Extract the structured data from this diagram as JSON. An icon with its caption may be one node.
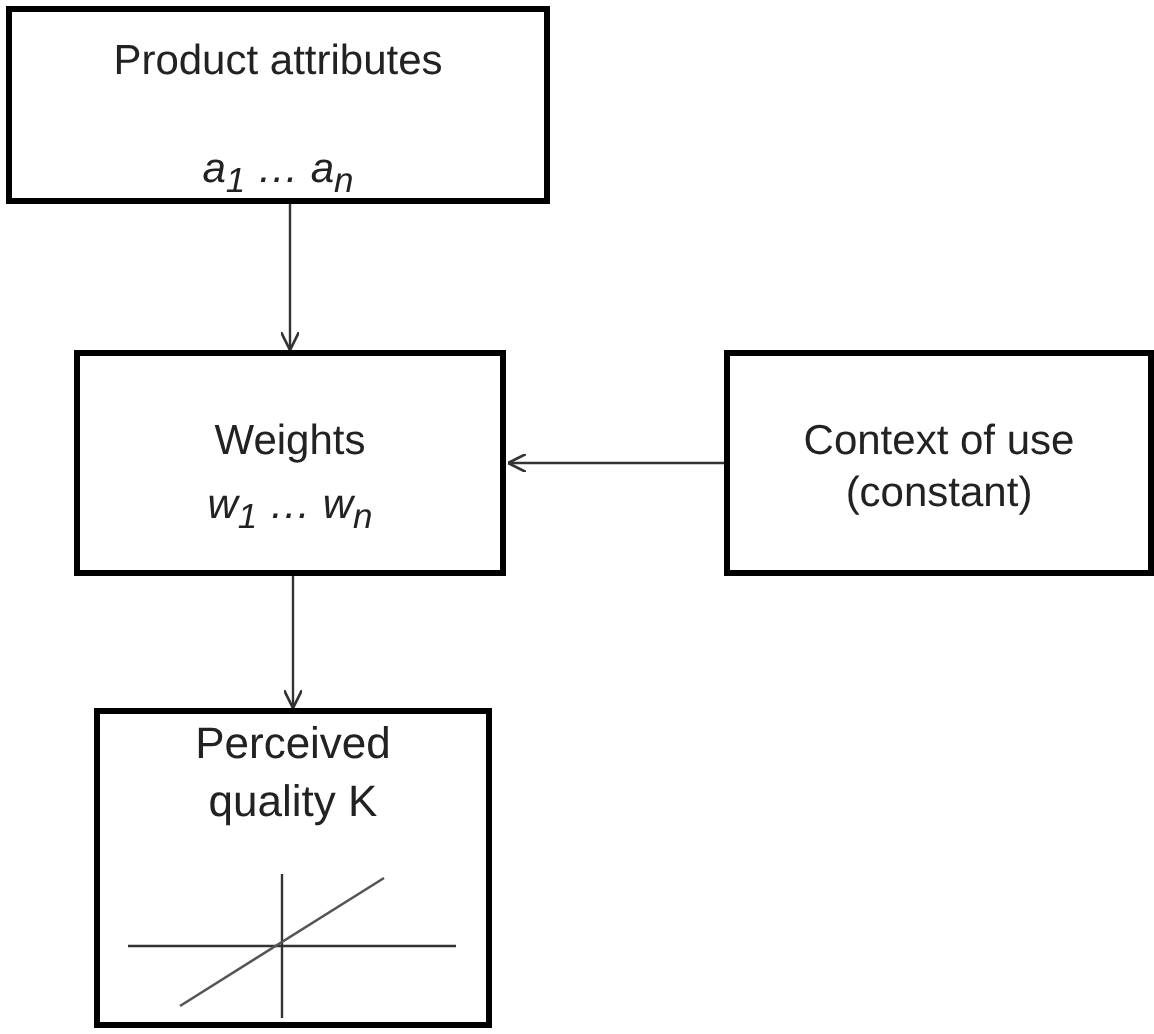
{
  "diagram": {
    "nodes": [
      {
        "text": [
          "Product attributes",
          "a$_{1}$ … a$_{n}$"
        ]
      },
      {
        "text": [
          "Weights",
          "w$_{1}$ … w$_{n}$"
        ]
      },
      {
        "text": [
          "Context of use (constant)"
        ]
      },
      {
        "text": [
          "Perceived quality K"
        ]
      }
    ],
    "edges": [
      {
        "from": 0,
        "to": 1,
        "arrow": "to"
      },
      {
        "from": 2,
        "to": 1,
        "arrow": "to"
      },
      {
        "from": 1,
        "to": 3,
        "arrow": "to"
      }
    ]
  }
}
